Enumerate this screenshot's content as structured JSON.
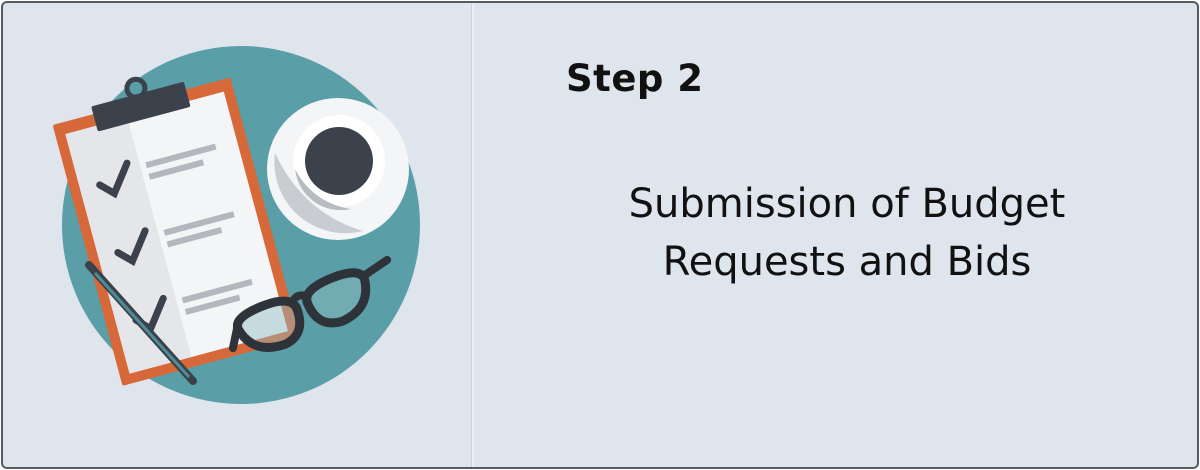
{
  "step": {
    "title": "Step 2",
    "description_lines": [
      "Submission of Budget",
      "Requests and Bids"
    ]
  },
  "colors": {
    "card_background": "#dfe5ec",
    "border": "#555b61",
    "circle": "#5a9ea7",
    "clipboard_frame": "#d7683a",
    "text": "#111111"
  },
  "icons": [
    "clipboard-checklist-icon",
    "coffee-cup-icon",
    "eyeglasses-icon",
    "pencil-icon"
  ]
}
